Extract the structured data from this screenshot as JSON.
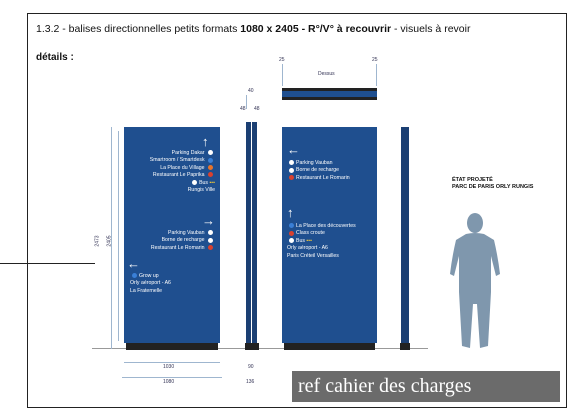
{
  "header": {
    "title_prefix": "1.3.2 - balises directionnelles petits formats ",
    "title_bold": "1080 x 2405 - R°/V° à recouvrir",
    "title_suffix": " - visuels à revoir",
    "details_label": "détails :"
  },
  "dimensions": {
    "total_height": "2473",
    "panel_height": "2405",
    "inner_width": "1030",
    "outer_width": "1080",
    "side_top": "40",
    "side_left": "48",
    "side_right": "48",
    "side_width": "90",
    "side_base": "136",
    "top_left": "25",
    "top_right": "25",
    "top_label": "Dessus"
  },
  "sign_front": {
    "group1": [
      "Parking Dakar",
      "Smartroom / Smartdesk",
      "La Place du Village",
      "Restaurant Le Paprika",
      "Bus",
      "Rungis Ville"
    ],
    "group2": [
      "Parking Vauban",
      "Borne de recharge",
      "Restaurant Le Romarin"
    ],
    "group3": [
      "Grow up",
      "Orly aéroport - A6",
      "La Fraternelle"
    ]
  },
  "sign_back": {
    "group1": [
      "Parking Vauban",
      "Borne de recharge",
      "Restaurant Le Romarin"
    ],
    "group2": [
      "La Place des découvertes",
      "Class croute",
      "Bus",
      "Orly aéroport - A6",
      "Paris Créteil Versailles"
    ]
  },
  "site_label": {
    "line1": "ÉTAT PROJETÉ",
    "line2": "PARC DE PARIS ORLY RUNGIS"
  },
  "reference": "ref cahier des charges",
  "colors": {
    "panel": "#1f4f8f",
    "dark": "#222222",
    "orange": "#e8742b",
    "red": "#d9412f",
    "silhouette": "#7f97ad"
  }
}
